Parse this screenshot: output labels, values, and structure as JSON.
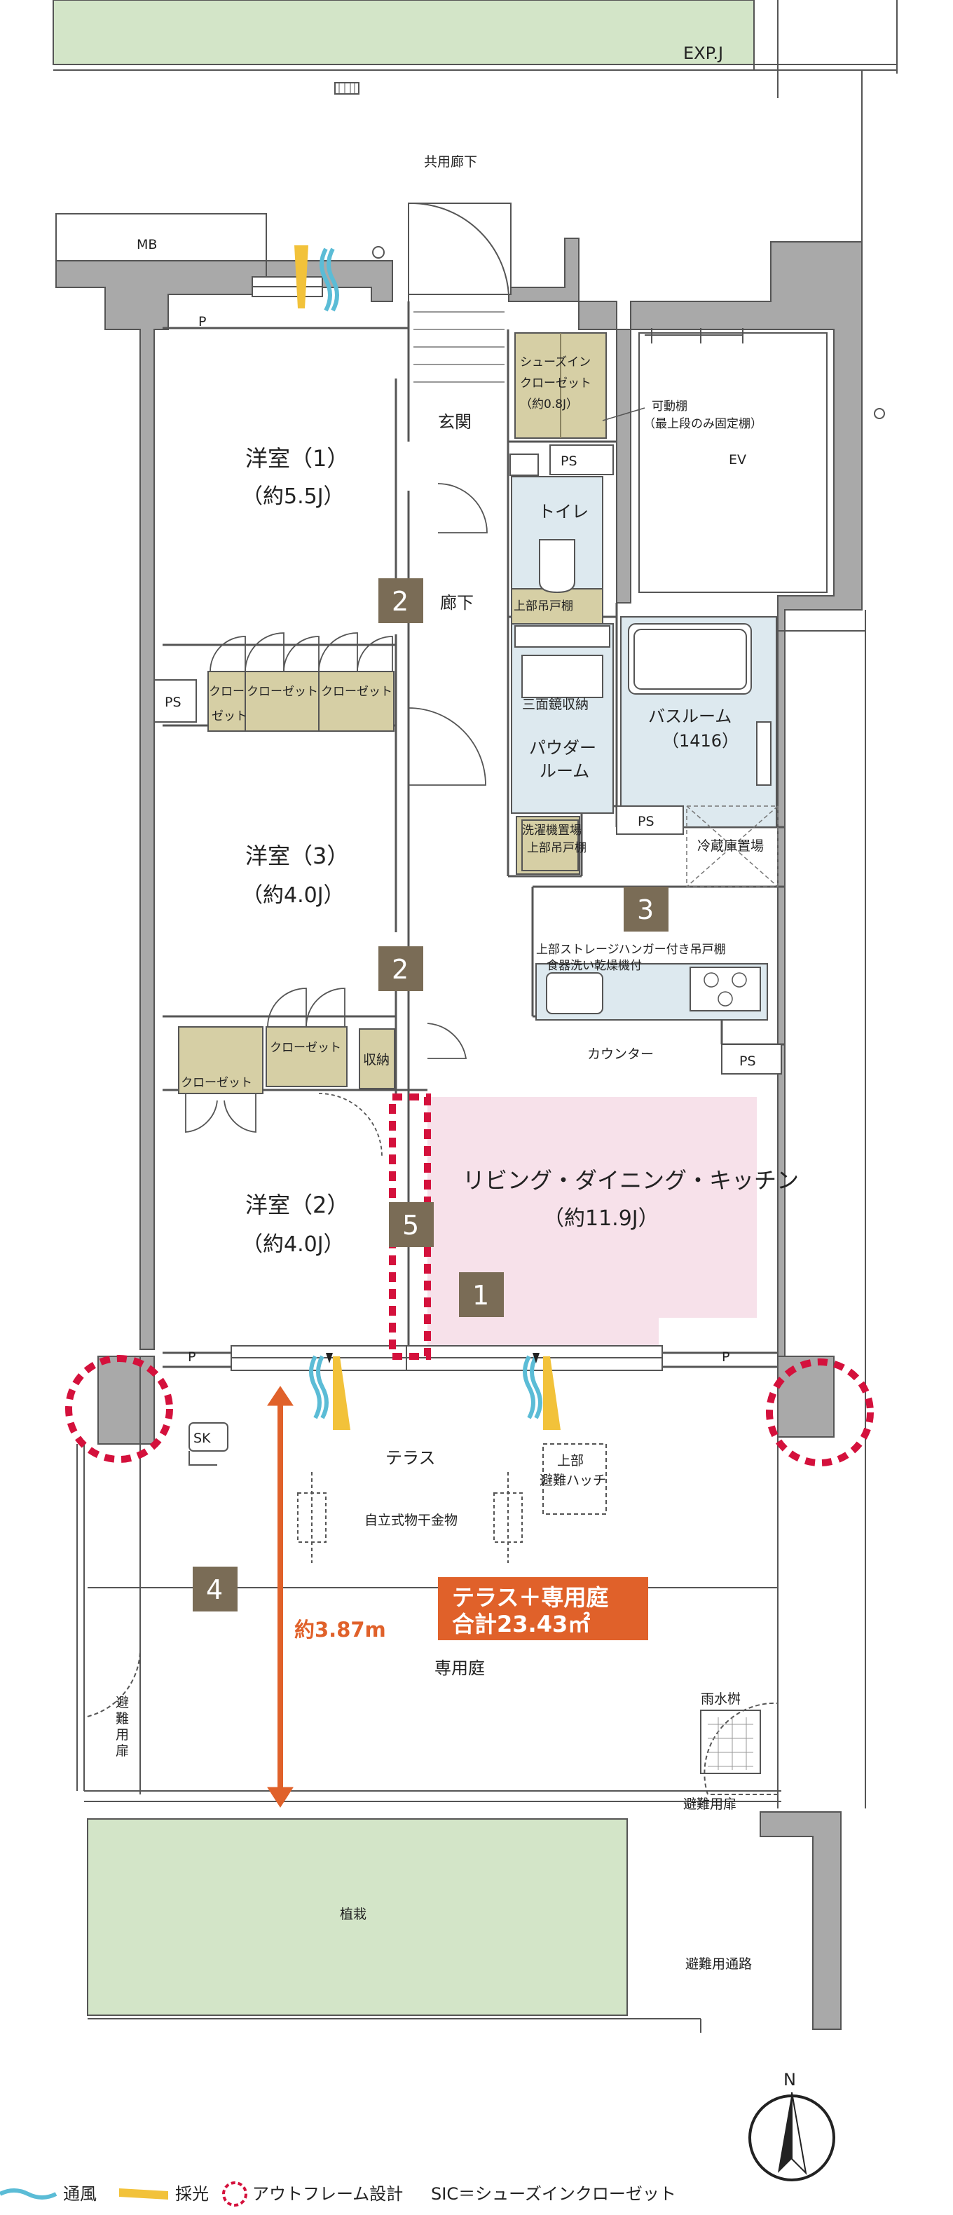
{
  "top": {
    "exp_joint": "EXP.J",
    "corridor": "共用廊下",
    "mb": "MB",
    "ev": "EV"
  },
  "ps_label": "PS",
  "p_label": "P",
  "rooms": {
    "western1": {
      "name": "洋室（1）",
      "size": "（約5.5J）"
    },
    "western3": {
      "name": "洋室（3）",
      "size": "（約4.0J）"
    },
    "western2": {
      "name": "洋室（2）",
      "size": "（約4.0J）"
    },
    "ldk": {
      "name": "リビング・ダイニング・キッチン",
      "size": "（約11.9J）"
    },
    "entrance": "玄関",
    "hall": "廊下",
    "toilet": "トイレ",
    "toilet_cabinet": "上部吊戸棚",
    "bath": "バスルーム",
    "bath_size": "（1416）",
    "powder": "パウダー",
    "powder2": "ルーム",
    "mirror": "三面鏡収納",
    "washer": "洗濯機置場",
    "washer_cabinet": "上部吊戸棚",
    "fridge": "冷蔵庫置場",
    "counter": "カウンター",
    "storage": "収納"
  },
  "closets": {
    "closet": "クローゼット",
    "closet_a": "クロー",
    "closet_b": "ゼット"
  },
  "sic": {
    "l1": "シューズイン",
    "l2": "クローゼット",
    "l3": "（約0.8J）"
  },
  "shelf": {
    "l1": "可動棚",
    "l2": "（最上段のみ固定棚）"
  },
  "kitchen_notes": {
    "l1": "上部ストレージハンガー付き吊戸棚",
    "l2": "食器洗い乾燥機付"
  },
  "outdoor": {
    "terrace": "テラス",
    "hatch1": "上部",
    "hatch2": "避難ハッチ",
    "dryer": "自立式物干金物",
    "garden": "専用庭",
    "planting": "植栽",
    "rain": "雨水桝",
    "escape_door": "避難用扉",
    "escape_door_v": [
      "避",
      "難",
      "用",
      "扉"
    ],
    "escape_path": "避難用通路",
    "sk": "SK"
  },
  "badges": [
    "1",
    "2",
    "3",
    "4",
    "5"
  ],
  "area_badge": {
    "l1": "テラス＋専用庭",
    "l2": "合計23.43㎡"
  },
  "dimension": "約3.87m",
  "compass": "N",
  "legend": {
    "wind": "通風",
    "light": "採光",
    "outframe": "アウトフレーム設計",
    "sic_def": "SIC＝シューズインクローゼット"
  },
  "colors": {
    "wall": "#a9a9a9",
    "closet_fill": "#d6cfa5",
    "wet_fill": "#dde9ef",
    "ldk_fill": "#f7e1ea",
    "badge_brown": "#7a6c56",
    "badge_orange": "#e0612a",
    "outframe_red": "#d4113c",
    "green": "#d3e5c8",
    "wind_blue": "#5bbcd6",
    "light_yellow": "#f2c23a"
  }
}
